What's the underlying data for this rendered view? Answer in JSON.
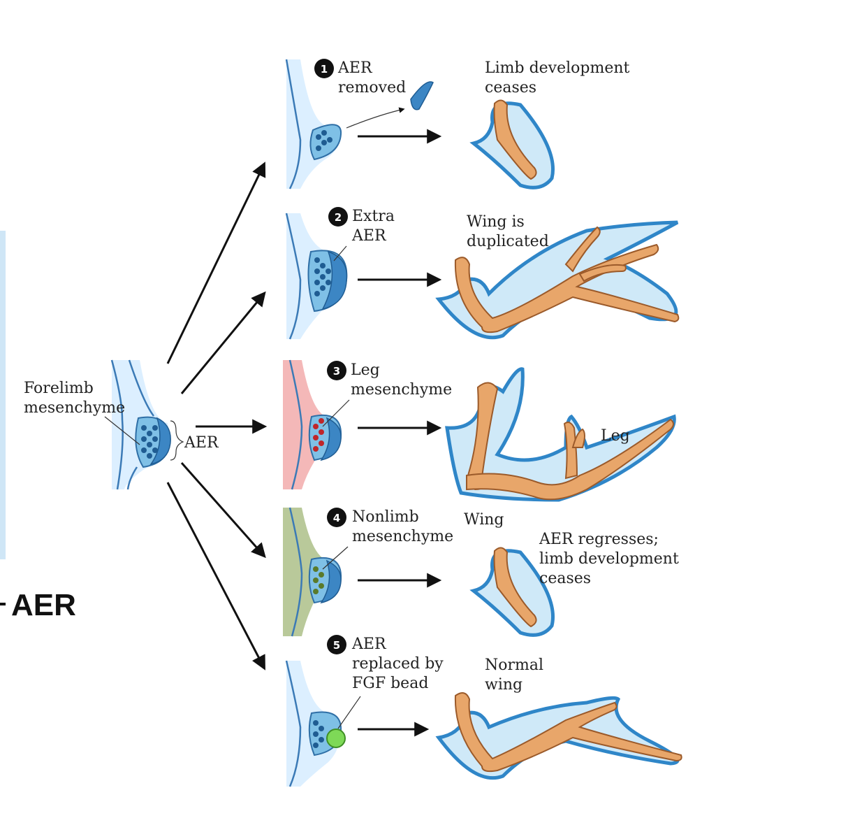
{
  "side_heading": "AER",
  "origin": {
    "forelimb_label": [
      "Forelimb",
      "mesenchyme"
    ],
    "aer_label": "AER"
  },
  "experiments": [
    {
      "number": "1",
      "label": [
        "AER",
        "removed"
      ],
      "result": [
        "Limb development",
        "ceases"
      ],
      "mesenchyme_color": "#dcefff"
    },
    {
      "number": "2",
      "label": [
        "Extra",
        "AER"
      ],
      "result": [
        "Wing is",
        "duplicated"
      ],
      "mesenchyme_color": "#dcefff"
    },
    {
      "number": "3",
      "label": [
        "Leg",
        "mesenchyme"
      ],
      "result": [
        "Leg",
        "Wing"
      ],
      "mesenchyme_color": "#f4b8b8"
    },
    {
      "number": "4",
      "label": [
        "Nonlimb",
        "mesenchyme"
      ],
      "result": [
        "AER regresses;",
        "limb development",
        "ceases"
      ],
      "mesenchyme_color": "#b9c99a"
    },
    {
      "number": "5",
      "label": [
        "AER",
        "replaced by",
        "FGF bead"
      ],
      "result": [
        "Normal",
        "wing"
      ],
      "mesenchyme_color": "#dcefff"
    }
  ],
  "colors": {
    "aer": "#3c86c4",
    "bone": "#e8a66a",
    "limb_outline": "#2f86c8",
    "leg_mesenchyme": "#f4b8b8",
    "nonlimb_mesenchyme": "#b9c99a",
    "fgf_bead": "#7ed957"
  }
}
